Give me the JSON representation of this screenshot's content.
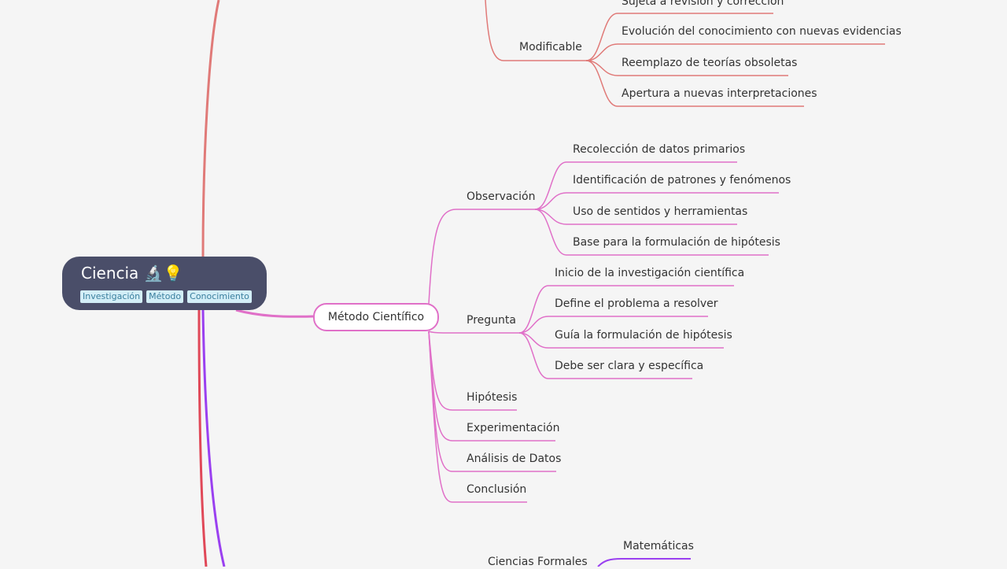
{
  "root": {
    "title": "Ciencia 🔬💡",
    "tags": [
      "Investigación",
      "Método",
      "Conocimiento"
    ]
  },
  "modificable": {
    "label": "Modificable",
    "above": "Sujeta a revisión y corrección",
    "children": [
      "Evolución del conocimiento con nuevas evidencias",
      "Reemplazo de teorías obsoletas",
      "Apertura a nuevas interpretaciones"
    ]
  },
  "metodo": {
    "label": "Método Científico",
    "observacion": {
      "label": "Observación",
      "children": [
        "Recolección de datos primarios",
        "Identificación de patrones y fenómenos",
        "Uso de sentidos y herramientas",
        "Base para la formulación de hipótesis"
      ]
    },
    "pregunta": {
      "label": "Pregunta",
      "children": [
        "Inicio de la investigación científica",
        "Define el problema a resolver",
        "Guía la formulación de hipótesis",
        "Debe ser clara y específica"
      ]
    },
    "others": [
      "Hipótesis",
      "Experimentación",
      "Análisis de Datos",
      "Conclusión"
    ]
  },
  "formales": {
    "label": "Ciencias Formales",
    "children": [
      "Matemáticas"
    ]
  },
  "colors": {
    "salmon": "#e07a78",
    "pink": "#e070c8",
    "red": "#e04858",
    "purple": "#9a40f0",
    "root": "#4a4e69"
  }
}
